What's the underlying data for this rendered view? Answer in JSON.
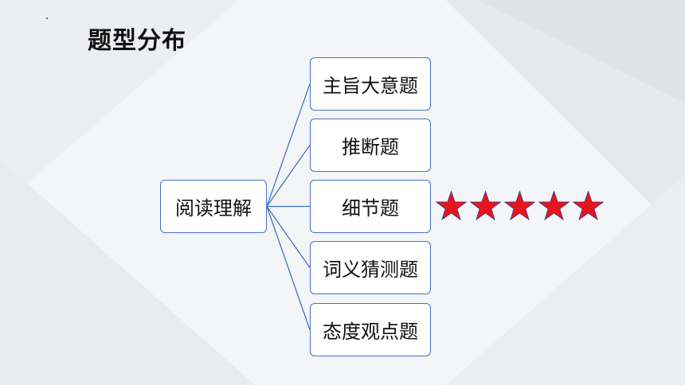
{
  "title": "题型分布",
  "root": {
    "label": "阅读理解"
  },
  "children": [
    {
      "label": "主旨大意题"
    },
    {
      "label": "推断题"
    },
    {
      "label": "细节题"
    },
    {
      "label": "词义猜测题"
    },
    {
      "label": "态度观点题"
    }
  ],
  "stars": {
    "count": 5,
    "color": "#e8141c",
    "outline": "#3a3a8a"
  },
  "colors": {
    "accent": "#4472c4"
  }
}
